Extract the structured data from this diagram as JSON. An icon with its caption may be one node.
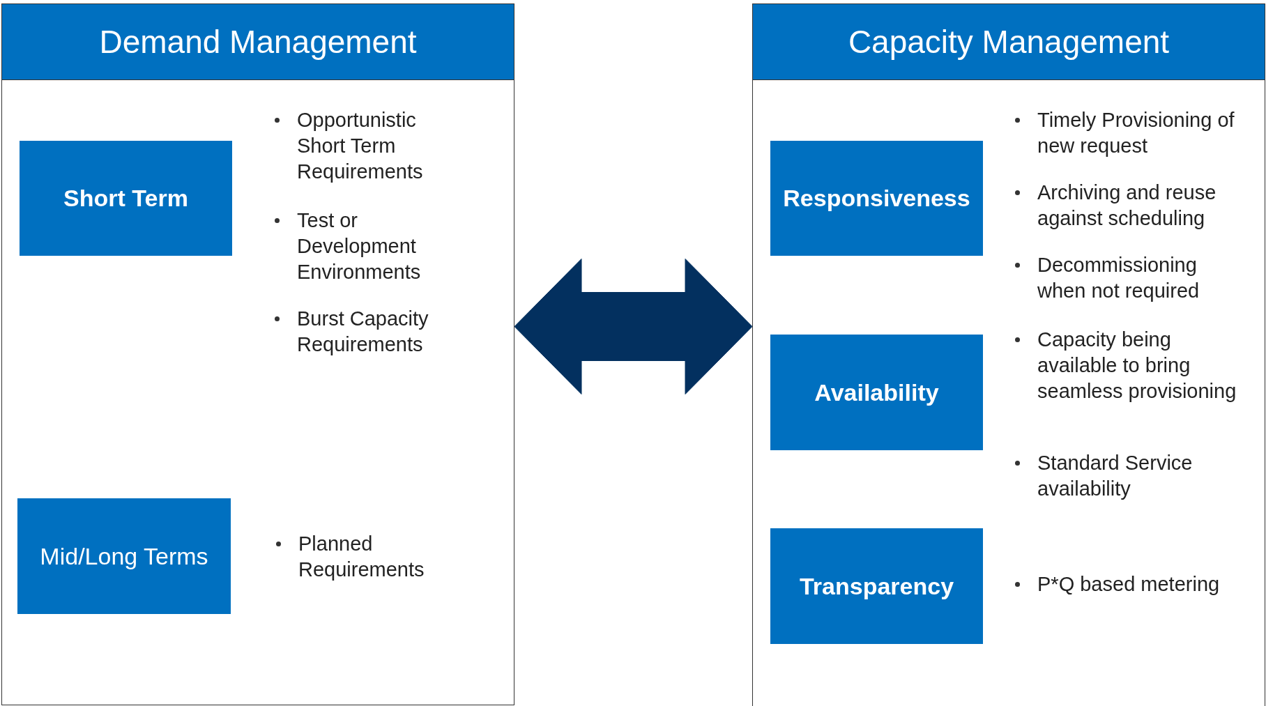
{
  "diagram": {
    "nodes": [
      {
        "text": [
          "Demand Management"
        ]
      },
      {
        "text": [
          "Capacity Management"
        ]
      },
      {
        "text": [
          "Short Term"
        ],
        "in": 0,
        "beside": [
          "Opportunistic Short Term Requirements",
          "Test or Development Environments",
          "Burst Capacity Requirements"
        ]
      },
      {
        "text": [
          "Mid/Long Terms"
        ],
        "in": 0,
        "beside": [
          "Planned Requirements"
        ]
      },
      {
        "text": [
          "Responsiveness"
        ],
        "in": 1,
        "beside": [
          "Timely Provisioning of new request",
          "Archiving and reuse against scheduling",
          "Decommissioning when not required"
        ]
      },
      {
        "text": [
          "Availability"
        ],
        "in": 1,
        "beside": [
          "Capacity being available to bring seamless provisioning",
          "Standard Service availability"
        ]
      },
      {
        "text": [
          "Transparency"
        ],
        "in": 1,
        "beside": [
          "P*Q based metering"
        ]
      }
    ],
    "edges": [
      {
        "from": 0,
        "to": 1,
        "arrow": "both",
        "style": "thick"
      }
    ]
  }
}
